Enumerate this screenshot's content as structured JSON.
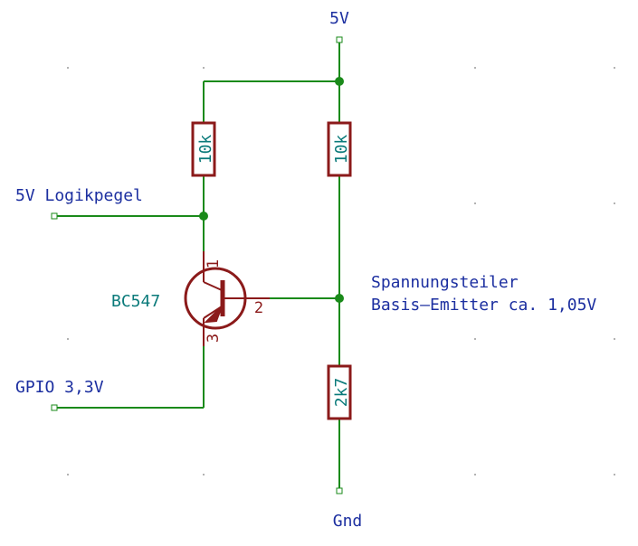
{
  "labels": {
    "vcc": "5V",
    "gnd": "Gnd",
    "logic_in": "5V Logikpegel",
    "gpio": "GPIO 3,3V",
    "divider_line1": "Spannungsteiler",
    "divider_line2": "Basis–Emitter ca. 1,05V"
  },
  "components": {
    "r_left_value": "10k",
    "r_right_value": "10k",
    "r_bottom_value": "2k7",
    "transistor_ref": "BC547",
    "pin1": "1",
    "pin2": "2",
    "pin3": "3"
  },
  "colors": {
    "wire": "#1a8a1a",
    "component": "#8b1a1a",
    "value_text": "#0a7a7a",
    "net_label": "#1c2fa0"
  }
}
